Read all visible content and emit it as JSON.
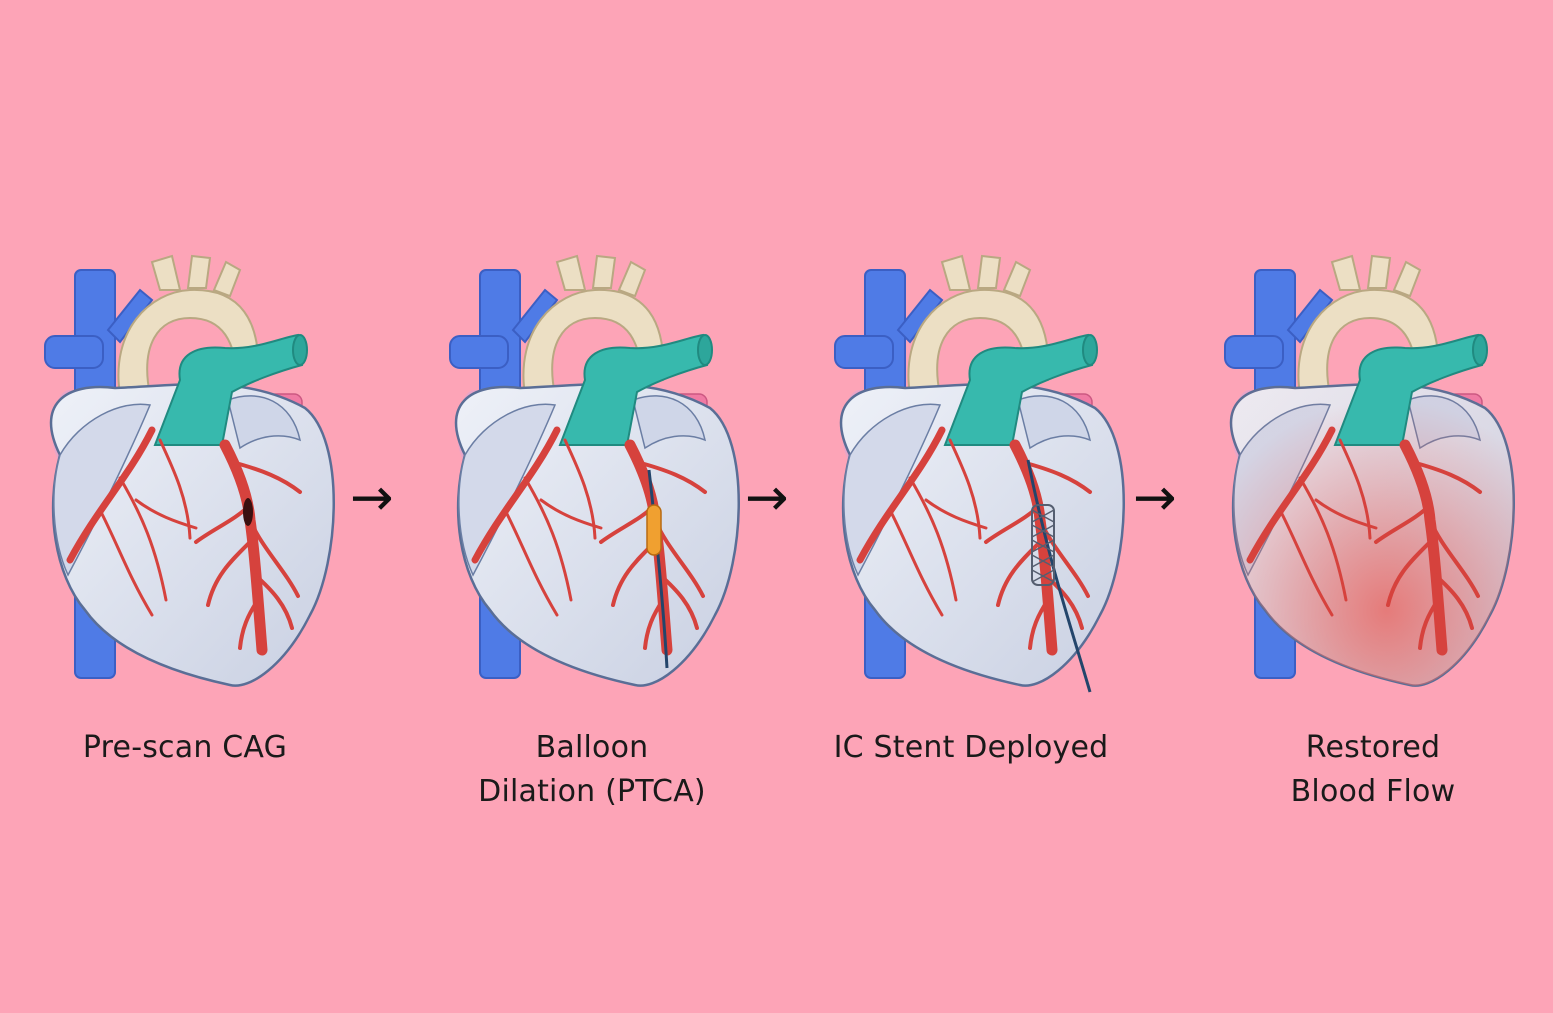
{
  "colors": {
    "background": "#fda4b7",
    "vein": "#4f7be6",
    "aorta": "#ecdfc4",
    "pulmonary": "#37b9ad",
    "heart": "#dde3ee",
    "artery": "#d6423d",
    "catheter": "#23456b",
    "balloon": "#f0a030",
    "restored_tint": "#e86a66"
  },
  "steps": [
    {
      "label_lines": [
        "Pre-scan CAG"
      ],
      "icon": "heart-with-blockage-icon"
    },
    {
      "label_lines": [
        "Balloon",
        "Dilation (PTCA)"
      ],
      "icon": "heart-with-balloon-catheter-icon"
    },
    {
      "label_lines": [
        "IC Stent Deployed"
      ],
      "icon": "heart-with-stent-icon"
    },
    {
      "label_lines": [
        "Restored",
        "Blood Flow"
      ],
      "icon": "heart-with-restored-flow-icon"
    }
  ],
  "arrow_glyph": "→"
}
